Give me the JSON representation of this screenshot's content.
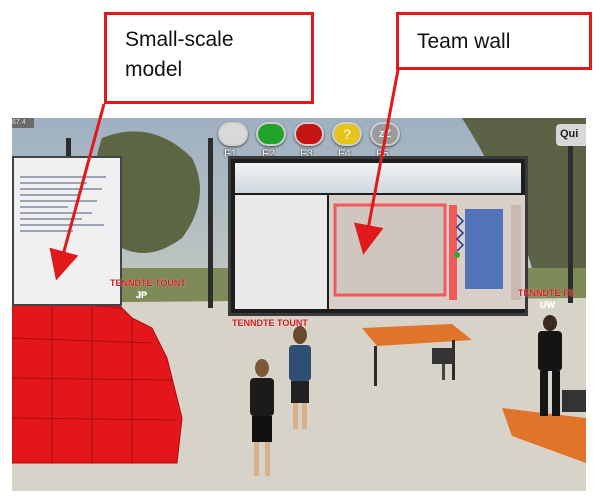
{
  "callouts": {
    "model_line1": "Small-scale",
    "model_line2": "model",
    "wall": "Team wall"
  },
  "hud": {
    "buttons": [
      {
        "label": "F1",
        "color": "#d9d9d9"
      },
      {
        "label": "F2",
        "color": "#22a32b"
      },
      {
        "label": "F3",
        "color": "#c41414"
      },
      {
        "label": "F4",
        "color": "#e6c31b",
        "glyph": "?"
      },
      {
        "label": "F5",
        "color": "#9a9a9a",
        "glyph": "zZ"
      }
    ],
    "quit_label": "Qui"
  },
  "tags": {
    "left": "TENNDTE TOUNT",
    "left_sub": "JP",
    "center": "TENNDTE TOUNT",
    "right": "TENNDTE FS",
    "right_sub": "UW"
  },
  "colors": {
    "annotation": "#e01a1a",
    "model": "#e3171b",
    "floor": "#d8d3c9",
    "table": "#e0742a"
  }
}
